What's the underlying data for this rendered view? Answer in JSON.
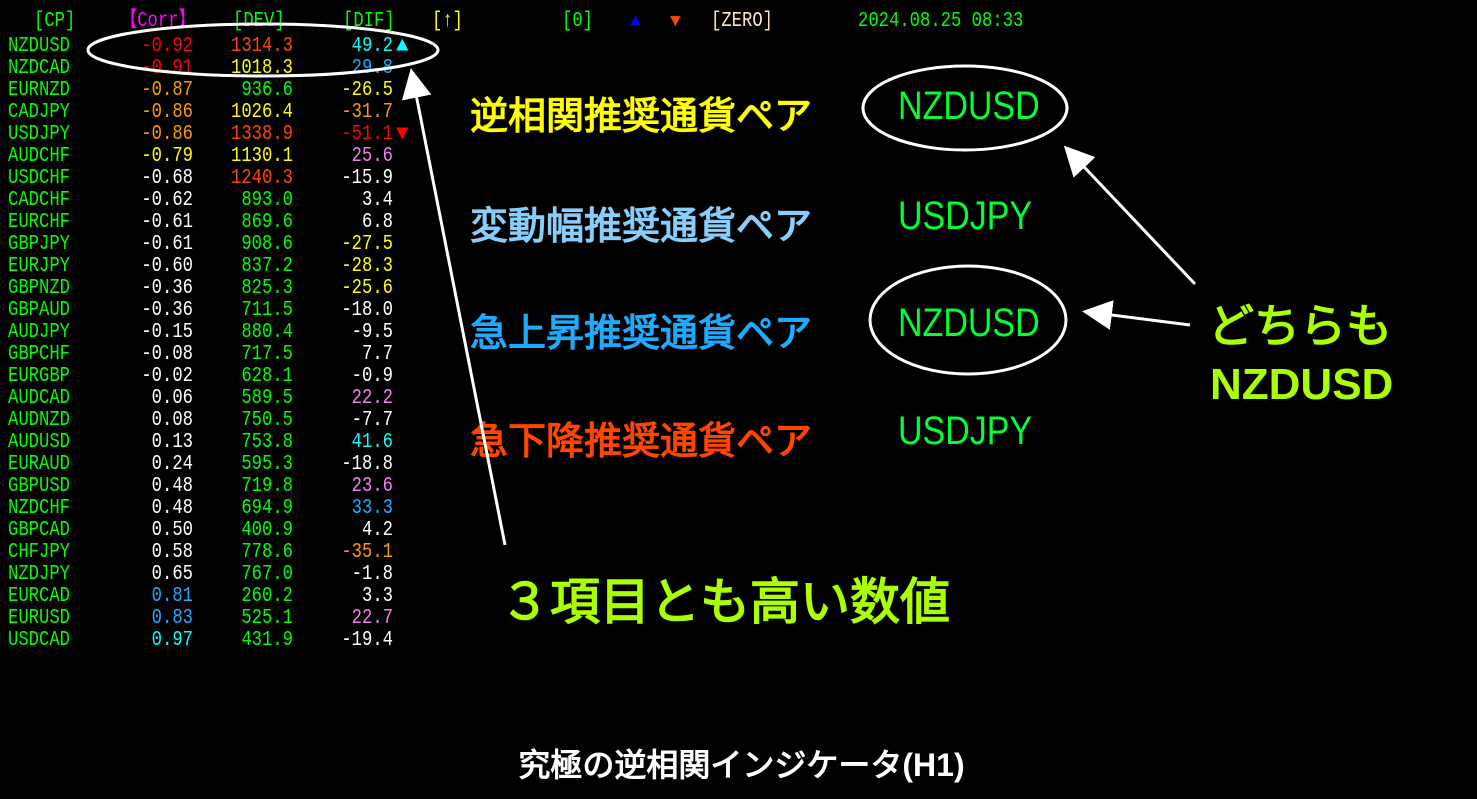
{
  "header": {
    "cp": "[CP]",
    "corr": "【Corr】",
    "dev": "[DEV]",
    "dif": "[DIF]",
    "arrow": "[↑]",
    "zero_count": "[0]",
    "zero": "[ZERO]",
    "datetime": "2024.08.25 08:33"
  },
  "colors": {
    "pair": "#00ff00",
    "red": "#ff0000",
    "orangered": "#ff4500",
    "orange": "#ff9900",
    "yellow": "#ffff00",
    "white": "#ffffff",
    "green": "#00ff00",
    "cyan": "#00ffff",
    "blue": "#1eaaff",
    "violet": "#ee82ee"
  },
  "rows": [
    {
      "pair": "NZDUSD",
      "corr": "-0.92",
      "cc": "red",
      "dev": "1314.3",
      "dc": "orangered",
      "dif": "49.2",
      "fc": "cyan",
      "mark": "up"
    },
    {
      "pair": "NZDCAD",
      "corr": "-0.91",
      "cc": "red",
      "dev": "1018.3",
      "dc": "yellow",
      "dif": "29.8",
      "fc": "blue"
    },
    {
      "pair": "EURNZD",
      "corr": "-0.87",
      "cc": "orange",
      "dev": "936.6",
      "dc": "green",
      "dif": "-26.5",
      "fc": "yellow"
    },
    {
      "pair": "CADJPY",
      "corr": "-0.86",
      "cc": "orange",
      "dev": "1026.4",
      "dc": "yellow",
      "dif": "-31.7",
      "fc": "orange"
    },
    {
      "pair": "USDJPY",
      "corr": "-0.86",
      "cc": "orange",
      "dev": "1338.9",
      "dc": "orangered",
      "dif": "-51.1",
      "fc": "red",
      "mark": "down"
    },
    {
      "pair": "AUDCHF",
      "corr": "-0.79",
      "cc": "yellow",
      "dev": "1130.1",
      "dc": "yellow",
      "dif": "25.6",
      "fc": "violet"
    },
    {
      "pair": "USDCHF",
      "corr": "-0.68",
      "cc": "white",
      "dev": "1240.3",
      "dc": "orangered",
      "dif": "-15.9",
      "fc": "white"
    },
    {
      "pair": "CADCHF",
      "corr": "-0.62",
      "cc": "white",
      "dev": "893.0",
      "dc": "green",
      "dif": "3.4",
      "fc": "white"
    },
    {
      "pair": "EURCHF",
      "corr": "-0.61",
      "cc": "white",
      "dev": "869.6",
      "dc": "green",
      "dif": "6.8",
      "fc": "white"
    },
    {
      "pair": "GBPJPY",
      "corr": "-0.61",
      "cc": "white",
      "dev": "908.6",
      "dc": "green",
      "dif": "-27.5",
      "fc": "yellow"
    },
    {
      "pair": "EURJPY",
      "corr": "-0.60",
      "cc": "white",
      "dev": "837.2",
      "dc": "green",
      "dif": "-28.3",
      "fc": "yellow"
    },
    {
      "pair": "GBPNZD",
      "corr": "-0.36",
      "cc": "white",
      "dev": "825.3",
      "dc": "green",
      "dif": "-25.6",
      "fc": "yellow"
    },
    {
      "pair": "GBPAUD",
      "corr": "-0.36",
      "cc": "white",
      "dev": "711.5",
      "dc": "green",
      "dif": "-18.0",
      "fc": "white"
    },
    {
      "pair": "AUDJPY",
      "corr": "-0.15",
      "cc": "white",
      "dev": "880.4",
      "dc": "green",
      "dif": "-9.5",
      "fc": "white"
    },
    {
      "pair": "GBPCHF",
      "corr": "-0.08",
      "cc": "white",
      "dev": "717.5",
      "dc": "green",
      "dif": "7.7",
      "fc": "white"
    },
    {
      "pair": "EURGBP",
      "corr": "-0.02",
      "cc": "white",
      "dev": "628.1",
      "dc": "green",
      "dif": "-0.9",
      "fc": "white"
    },
    {
      "pair": "AUDCAD",
      "corr": "0.06",
      "cc": "white",
      "dev": "589.5",
      "dc": "green",
      "dif": "22.2",
      "fc": "violet"
    },
    {
      "pair": "AUDNZD",
      "corr": "0.08",
      "cc": "white",
      "dev": "750.5",
      "dc": "green",
      "dif": "-7.7",
      "fc": "white"
    },
    {
      "pair": "AUDUSD",
      "corr": "0.13",
      "cc": "white",
      "dev": "753.8",
      "dc": "green",
      "dif": "41.6",
      "fc": "cyan"
    },
    {
      "pair": "EURAUD",
      "corr": "0.24",
      "cc": "white",
      "dev": "595.3",
      "dc": "green",
      "dif": "-18.8",
      "fc": "white"
    },
    {
      "pair": "GBPUSD",
      "corr": "0.48",
      "cc": "white",
      "dev": "719.8",
      "dc": "green",
      "dif": "23.6",
      "fc": "violet"
    },
    {
      "pair": "NZDCHF",
      "corr": "0.48",
      "cc": "white",
      "dev": "694.9",
      "dc": "green",
      "dif": "33.3",
      "fc": "blue"
    },
    {
      "pair": "GBPCAD",
      "corr": "0.50",
      "cc": "white",
      "dev": "400.9",
      "dc": "green",
      "dif": "4.2",
      "fc": "white"
    },
    {
      "pair": "CHFJPY",
      "corr": "0.58",
      "cc": "white",
      "dev": "778.6",
      "dc": "green",
      "dif": "-35.1",
      "fc": "orange"
    },
    {
      "pair": "NZDJPY",
      "corr": "0.65",
      "cc": "white",
      "dev": "767.0",
      "dc": "green",
      "dif": "-1.8",
      "fc": "white"
    },
    {
      "pair": "EURCAD",
      "corr": "0.81",
      "cc": "blue",
      "dev": "260.2",
      "dc": "green",
      "dif": "3.3",
      "fc": "white"
    },
    {
      "pair": "EURUSD",
      "corr": "0.83",
      "cc": "blue",
      "dev": "525.1",
      "dc": "green",
      "dif": "22.7",
      "fc": "violet"
    },
    {
      "pair": "USDCAD",
      "corr": "0.97",
      "cc": "cyan",
      "dev": "431.9",
      "dc": "green",
      "dif": "-19.4",
      "fc": "white"
    }
  ],
  "recommend": [
    {
      "label": "逆相関推奨通貨ペア",
      "value": "NZDUSD",
      "color": "#ffff00"
    },
    {
      "label": "変動幅推奨通貨ペア",
      "value": "USDJPY",
      "color": "#87cefa"
    },
    {
      "label": "急上昇推奨通貨ペア",
      "value": "NZDUSD",
      "color": "#1eaaff"
    },
    {
      "label": "急下降推奨通貨ペア",
      "value": "USDJPY",
      "color": "#ff4500"
    }
  ],
  "notes": {
    "both_line1": "どちらも",
    "both_line2": "NZDUSD",
    "three": "３項目とも高い数値"
  },
  "caption": "究極の逆相関インジケータ(H1)"
}
